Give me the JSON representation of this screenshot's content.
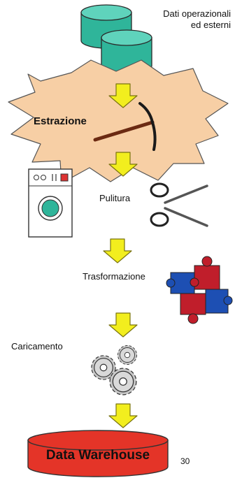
{
  "labels": {
    "sources": [
      "Dati operazionali",
      "ed esterni"
    ],
    "extraction": "Estrazione",
    "cleaning": "Pulitura",
    "transformation": "Trasformazione",
    "loading": "Caricamento",
    "warehouse": "Data Warehouse",
    "page_number": "30"
  },
  "icons": {
    "database": "database-cylinder-icon",
    "pickaxe": "pickaxe-icon",
    "washing_machine": "washing-machine-icon",
    "scissors": "scissors-icon",
    "puzzle": "puzzle-icon",
    "gears": "gears-icon"
  },
  "colors": {
    "database_fill": "#2fb59a",
    "database_top": "#5fd3bc",
    "burst_fill": "#f7cfa5",
    "arrow_fill": "#f2ee1e",
    "warehouse_fill": "#e43428",
    "warehouse_text": "#1a1a1a",
    "puzzle_red": "#c01e2b",
    "puzzle_blue": "#1d4fb3"
  }
}
